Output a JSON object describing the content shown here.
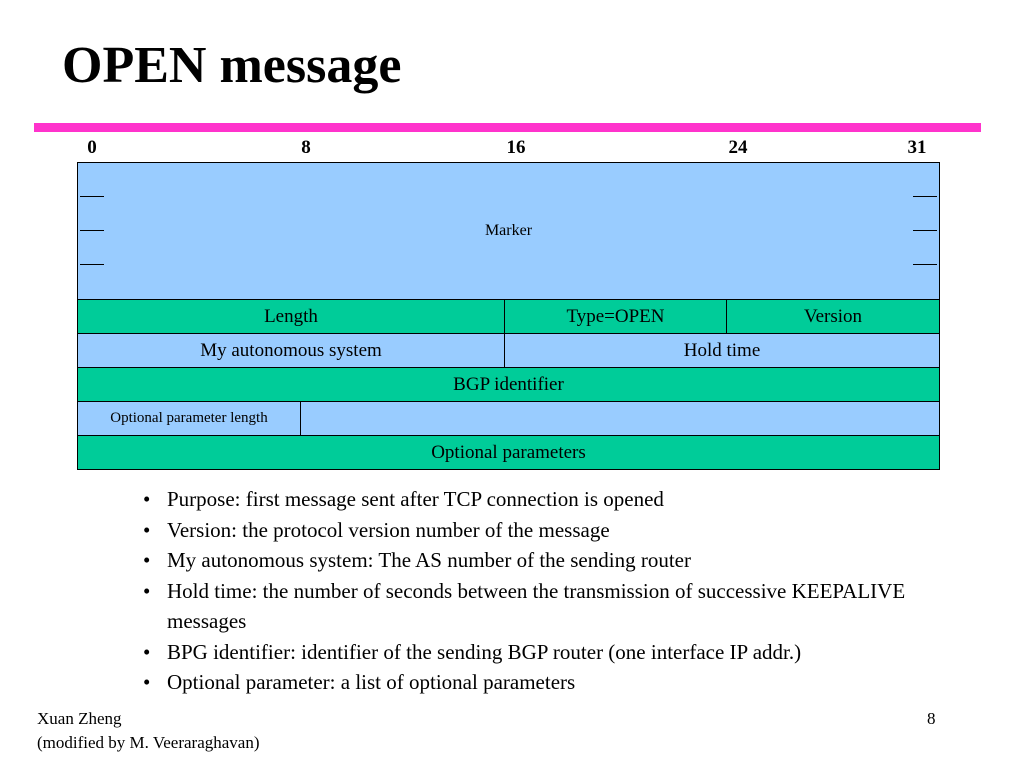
{
  "title": "OPEN message",
  "accent_color": "#ff33cc",
  "colors": {
    "blue_field": "#99ccff",
    "green_field": "#00cc99"
  },
  "bit_positions": [
    "0",
    "8",
    "16",
    "24",
    "31"
  ],
  "fields": {
    "marker": "Marker",
    "length": "Length",
    "type": "Type=OPEN",
    "version": "Version",
    "my_as": "My autonomous system",
    "hold_time": "Hold time",
    "bgp_identifier": "BGP identifier",
    "opt_param_length": "Optional parameter length",
    "opt_params": "Optional parameters"
  },
  "bullets": [
    "Purpose: first message sent after TCP connection is opened",
    "Version: the protocol version number of the message",
    "My autonomous system: The AS number of the sending router",
    "Hold time: the number of seconds between the transmission of successive KEEPALIVE messages",
    "BPG identifier: identifier of the sending BGP router (one interface IP addr.)",
    "Optional parameter: a list of optional parameters"
  ],
  "footer": {
    "author": "Xuan Zheng",
    "modified": "(modified by M. Veeraraghavan)",
    "page": "8"
  }
}
